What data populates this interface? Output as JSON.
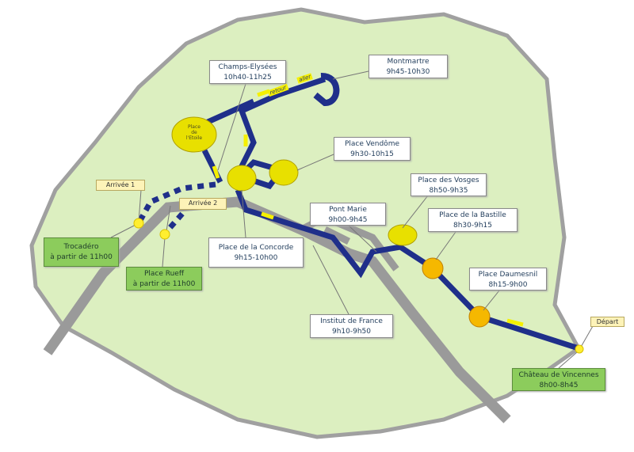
{
  "colors": {
    "land": "#dcefc0",
    "outline": "#a0a0a0",
    "seine": "#9a9a9a",
    "route": "#1f2f8a",
    "arrow": "#f5f000",
    "stop": "#e8e000",
    "stop_east": "#f5b800",
    "green_label": "#8ccc5c"
  },
  "stops": [
    {
      "name": "Montmartre",
      "time": "9h45-10h30"
    },
    {
      "name": "Champs-Elysées",
      "time": "10h40-11h25"
    },
    {
      "name": "Place Vendôme",
      "time": "9h30-10h15"
    },
    {
      "name": "Place des Vosges",
      "time": "8h50-9h35"
    },
    {
      "name": "Pont Marie",
      "time": "9h00-9h45"
    },
    {
      "name": "Place de la Bastille",
      "time": "8h30-9h15"
    },
    {
      "name": "Place de la Concorde",
      "time": "9h15-10h00"
    },
    {
      "name": "Place Daumesnil",
      "time": "8h15-9h00"
    },
    {
      "name": "Institut de France",
      "time": "9h10-9h50"
    }
  ],
  "green_stops": [
    {
      "name": "Trocadéro",
      "time": "à partir de 11h00"
    },
    {
      "name": "Place Rueff",
      "time": "à partir de 11h00"
    },
    {
      "name": "Château de Vincennes",
      "time": "8h00-8h45"
    }
  ],
  "flags": {
    "arrivee1": "Arrivée 1",
    "arrivee2": "Arrivée 2",
    "depart": "Départ"
  },
  "etoile": [
    "Place",
    "de",
    "l'Etoile"
  ],
  "route_words": {
    "retour": "retour",
    "aller": "aller"
  }
}
